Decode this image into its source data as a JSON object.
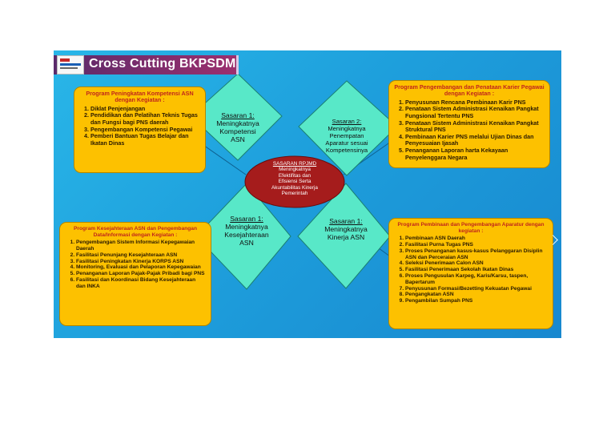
{
  "title": "Cross Cutting BKPSDM",
  "colors": {
    "background": "#1e9fdc",
    "title_bar": "#8a2d6e",
    "box_fill": "#fdc100",
    "box_title": "#c0271c",
    "diamond_fill": "#58e8c8",
    "center_oval": "#a51c1c"
  },
  "center": {
    "heading": "SASARAN RPJMD",
    "lines": [
      "Meningkatnya",
      "Efektifitas dan",
      "Efisiensi Serta",
      "Akuntabilitas Kinerja",
      "Pemerintah"
    ]
  },
  "diamonds": {
    "top_left": {
      "label": "Sasaran 1:",
      "lines": [
        "Meningkatnya",
        "Kompetensi",
        "ASN"
      ]
    },
    "top_right": {
      "label": "Sasaran 2:",
      "lines": [
        "Meningkatnya",
        "Penempatan",
        "Aparatur sesuai",
        "Kompetensinya"
      ]
    },
    "bottom_left": {
      "label": "Sasaran 1:",
      "lines": [
        "Meningkatnya",
        "Kesejahteraan",
        "ASN"
      ]
    },
    "bottom_right": {
      "label": "Sasaran 1:",
      "lines": [
        "Meningkatnya",
        "Kinerja ASN"
      ]
    }
  },
  "boxes": {
    "top_left": {
      "title": "Program Peningkatan Kompetensi ASN dengan Kegiatan :",
      "items": [
        "Diklat Penjenjangan",
        "Pendidikan dan Pelatihan Teknis Tugas dan Fungsi bagi PNS daerah",
        "Pengembangan Kompetensi Pegawai",
        "Pemberi Bantuan Tugas Belajar dan Ikatan Dinas"
      ]
    },
    "top_right": {
      "title": "Program Pengembangan dan Penataan Karier Pegawai dengan Kegiatan :",
      "items": [
        "Penyusunan Rencana Pembinaan Karir PNS",
        "Penataan Sistem Administrasi Kenaikan Pangkat Fungsional Tertentu PNS",
        "Penataan Sistem Administrasi Kenaikan Pangkat Struktural PNS",
        "Pembinaan Karier PNS melalui Ujian Dinas dan Penyesuaian Ijasah",
        "Penanganan Laporan harta Kekayaan Penyelenggara Negara"
      ]
    },
    "bottom_left": {
      "title": "Program Kesejahteraan ASN dan Pengembangan Data/Informasi dengan Kegiatan :",
      "items": [
        "Pengembangan Sistem Informasi Kepegawaian Daerah",
        "Fasilitasi Penunjang Kesejahteraan ASN",
        "Fasilitasi Peningkatan Kinerja KORPS ASN",
        "Monitoring, Evaluasi dan Pelaporan Kepegawaian",
        "Penanganan Laporan Pajak-Pajak Pribadi bagi PNS",
        "Fasilitasi dan Koordinasi Bidang Kesejahteraan dan INKA"
      ]
    },
    "bottom_right": {
      "title": "Program Pembinaan dan Pengembangan Aparatur dengan kegiatan :",
      "items": [
        "Pembinaan ASN Daerah",
        "Fasilitasi Purna Tugas PNS",
        "Proses Penanganan kasus-kasus Pelanggaran Disiplin ASN dan Perceraian ASN",
        "Seleksi Penerimaan Calon ASN",
        "Fasilitasi Penerimaan Sekolah Ikatan Dinas",
        "Proses Pengusulan Karpeg, Karis/Karsu, taspen, Bapertarum",
        "Penyusunan Formasi/Bezetting Kekuatan Pegawai",
        "Pengangkatan ASN",
        "Pengambilan Sumpah PNS"
      ]
    }
  }
}
